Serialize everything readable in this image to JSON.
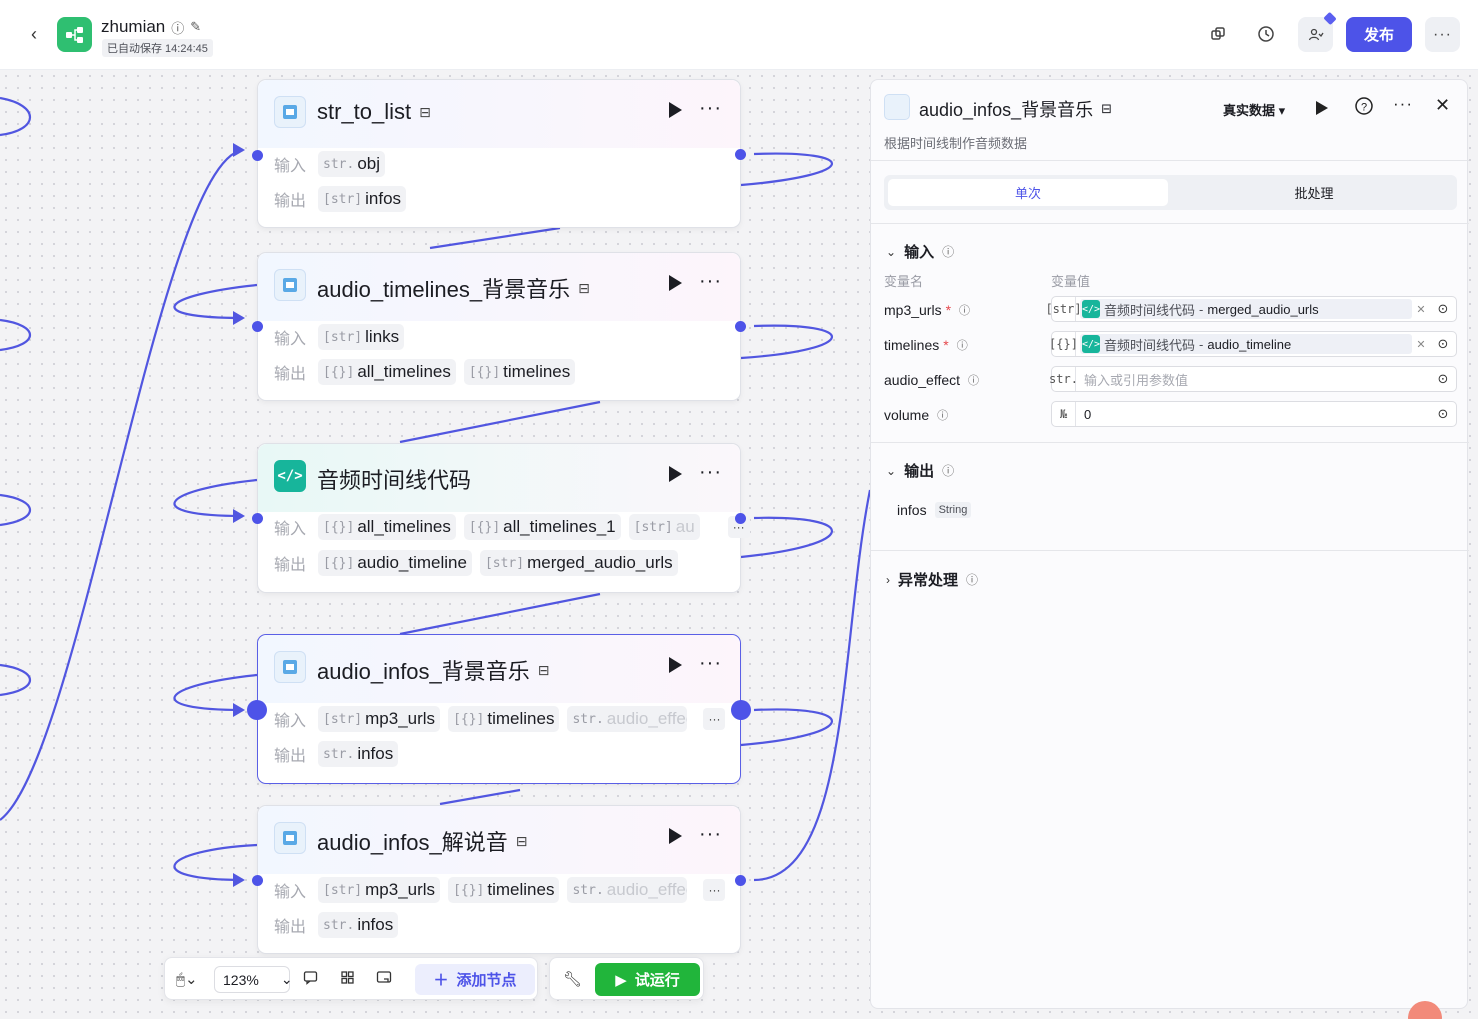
{
  "header": {
    "app_name": "zhumian",
    "autosave": "已自动保存 14:24:45",
    "publish_label": "发布"
  },
  "nodes": [
    {
      "title": "str_to_list",
      "in_label": "输入",
      "out_label": "输出",
      "inputs": [
        {
          "type": "str.",
          "name": "obj"
        }
      ],
      "outputs": [
        {
          "type": "[str]",
          "name": "infos"
        }
      ]
    },
    {
      "title": "audio_timelines_背景音乐",
      "in_label": "输入",
      "out_label": "输出",
      "inputs": [
        {
          "type": "[str]",
          "name": "links"
        }
      ],
      "outputs": [
        {
          "type": "[{}]",
          "name": "all_timelines"
        },
        {
          "type": "[{}]",
          "name": "timelines"
        }
      ]
    },
    {
      "title": "音频时间线代码",
      "in_label": "输入",
      "out_label": "输出",
      "inputs": [
        {
          "type": "[{}]",
          "name": "all_timelines"
        },
        {
          "type": "[{}]",
          "name": "all_timelines_1"
        },
        {
          "type": "[str]",
          "name": "au"
        }
      ],
      "outputs": [
        {
          "type": "[{}]",
          "name": "audio_timeline"
        },
        {
          "type": "[str]",
          "name": "merged_audio_urls"
        }
      ]
    },
    {
      "title": "audio_infos_背景音乐",
      "in_label": "输入",
      "out_label": "输出",
      "inputs": [
        {
          "type": "[str]",
          "name": "mp3_urls"
        },
        {
          "type": "[{}]",
          "name": "timelines"
        },
        {
          "type": "str.",
          "name": "audio_effect"
        }
      ],
      "outputs": [
        {
          "type": "str.",
          "name": "infos"
        }
      ]
    },
    {
      "title": "audio_infos_解说音",
      "in_label": "输入",
      "out_label": "输出",
      "inputs": [
        {
          "type": "[str]",
          "name": "mp3_urls"
        },
        {
          "type": "[{}]",
          "name": "timelines"
        },
        {
          "type": "str.",
          "name": "audio_effect"
        }
      ],
      "outputs": [
        {
          "type": "str.",
          "name": "infos"
        }
      ]
    }
  ],
  "panel": {
    "title": "audio_infos_背景音乐",
    "description": "根据时间线制作音频数据",
    "mode": "真实数据",
    "tabs": [
      "单次",
      "批处理"
    ],
    "input_section": "输入",
    "col_name": "变量名",
    "col_value": "变量值",
    "params": [
      {
        "name": "mp3_urls",
        "required": "*",
        "type": "[str]",
        "ref_node": "音频时间线代码",
        "ref_sep": "-",
        "ref_var": "merged_audio_urls"
      },
      {
        "name": "timelines",
        "required": "*",
        "type": "[{}]",
        "ref_node": "音频时间线代码",
        "ref_sep": "-",
        "ref_var": "audio_timeline"
      },
      {
        "name": "audio_effect",
        "type": "str.",
        "placeholder": "输入或引用参数值"
      },
      {
        "name": "volume",
        "type": "№",
        "value": "0"
      }
    ],
    "output_section": "输出",
    "output": {
      "name": "infos",
      "type": "String"
    },
    "error_section": "异常处理"
  },
  "toolbar": {
    "zoom": "123%",
    "add_node": "添加节点",
    "test_run": "试运行"
  },
  "colors": {
    "accent": "#4d53e8",
    "run_green": "#21b53b",
    "code_teal": "#17b59b"
  }
}
